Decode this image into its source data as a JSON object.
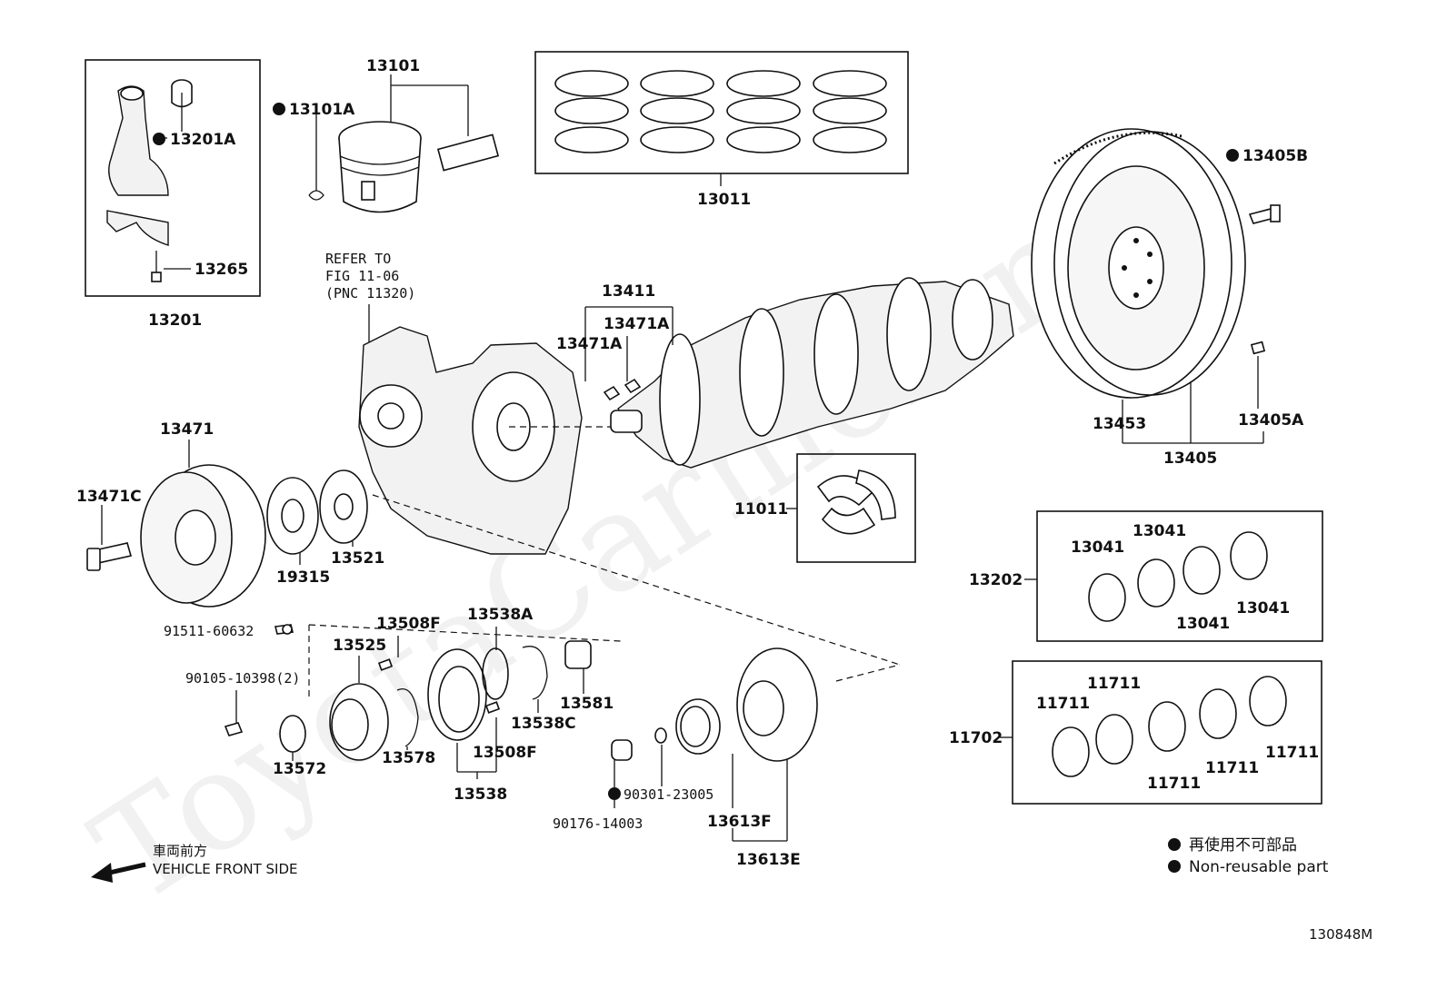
{
  "watermark": "ToyotaCarmen.ru",
  "parts": {
    "p13101": "13101",
    "p13101A": "13101A",
    "p13201A": "13201A",
    "p13265": "13265",
    "p13201": "13201",
    "p13011": "13011",
    "p13405B": "13405B",
    "p13411": "13411",
    "p13471A_r": "13471A",
    "p13471A_l": "13471A",
    "p13453": "13453",
    "p13405A": "13405A",
    "p13405": "13405",
    "p13471": "13471",
    "p13471C": "13471C",
    "p19315": "19315",
    "p13521": "13521",
    "p11011": "11011",
    "p13202": "13202",
    "p13041_a": "13041",
    "p13041_b": "13041",
    "p13041_c": "13041",
    "p13041_d": "13041",
    "p91511": "91511-60632",
    "p90105": "90105-10398(2)",
    "p13508F_top": "13508F",
    "p13538A": "13538A",
    "p13525": "13525",
    "p13581": "13581",
    "p13538C": "13538C",
    "p13578": "13578",
    "p13508F_bot": "13508F",
    "p13572": "13572",
    "p13538": "13538",
    "p90301": "90301-23005",
    "p90176": "90176-14003",
    "p13613F": "13613F",
    "p13613E": "13613E",
    "p11702": "11702",
    "p11711_a": "11711",
    "p11711_b": "11711",
    "p11711_c": "11711",
    "p11711_d": "11711",
    "p11711_e": "11711"
  },
  "refer": {
    "line1": "REFER TO",
    "line2": "FIG 11-06",
    "line3": "(PNC 11320)"
  },
  "legend": {
    "jp": "再使用不可部品",
    "en": "Non-reusable part"
  },
  "direction": {
    "jp": "車両前方",
    "en": "VEHICLE FRONT SIDE"
  },
  "figure_id": "130848M"
}
